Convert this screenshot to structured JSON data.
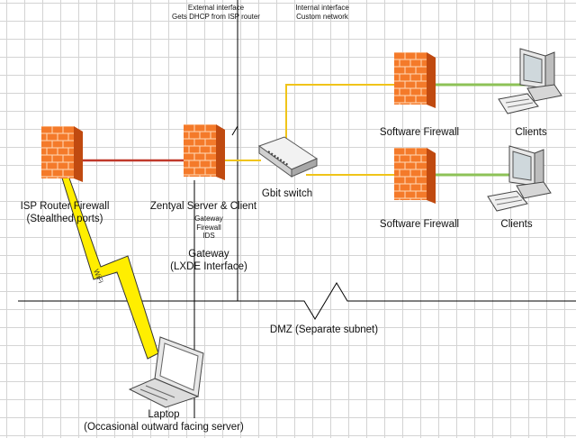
{
  "nodes": {
    "isp_router": {
      "title": "ISP Router Firewall",
      "subtitle": "(Stealthed ports)"
    },
    "zentyal": {
      "title": "Zentyal Server & Client",
      "roles": [
        "Gateway",
        "Firewall",
        "IDS"
      ],
      "role_main": "Gateway",
      "role_note": "(LXDE Interface)"
    },
    "switch": {
      "label": "Gbit switch"
    },
    "fw_top": {
      "label": "Software Firewall"
    },
    "fw_bottom": {
      "label": "Software Firewall"
    },
    "clients_top": {
      "label": "Clients"
    },
    "clients_bottom": {
      "label": "Clients"
    },
    "laptop": {
      "title": "Laptop",
      "subtitle": "(Occasional outward facing server)"
    }
  },
  "notes": {
    "external": [
      "External interface",
      "Gets DHCP from ISP router"
    ],
    "internal": [
      "Internal interface",
      "Custom network"
    ]
  },
  "links": {
    "wifi": "WiFi"
  },
  "zones": {
    "dmz": "DMZ (Separate subnet)"
  },
  "colors": {
    "wall_face": "#f47a2a",
    "wall_dark": "#c04a10",
    "isp_link": "#c0392b",
    "lan_link": "#f0c419",
    "client_link": "#8dc257",
    "wifi_bolt": "#ffee00"
  }
}
